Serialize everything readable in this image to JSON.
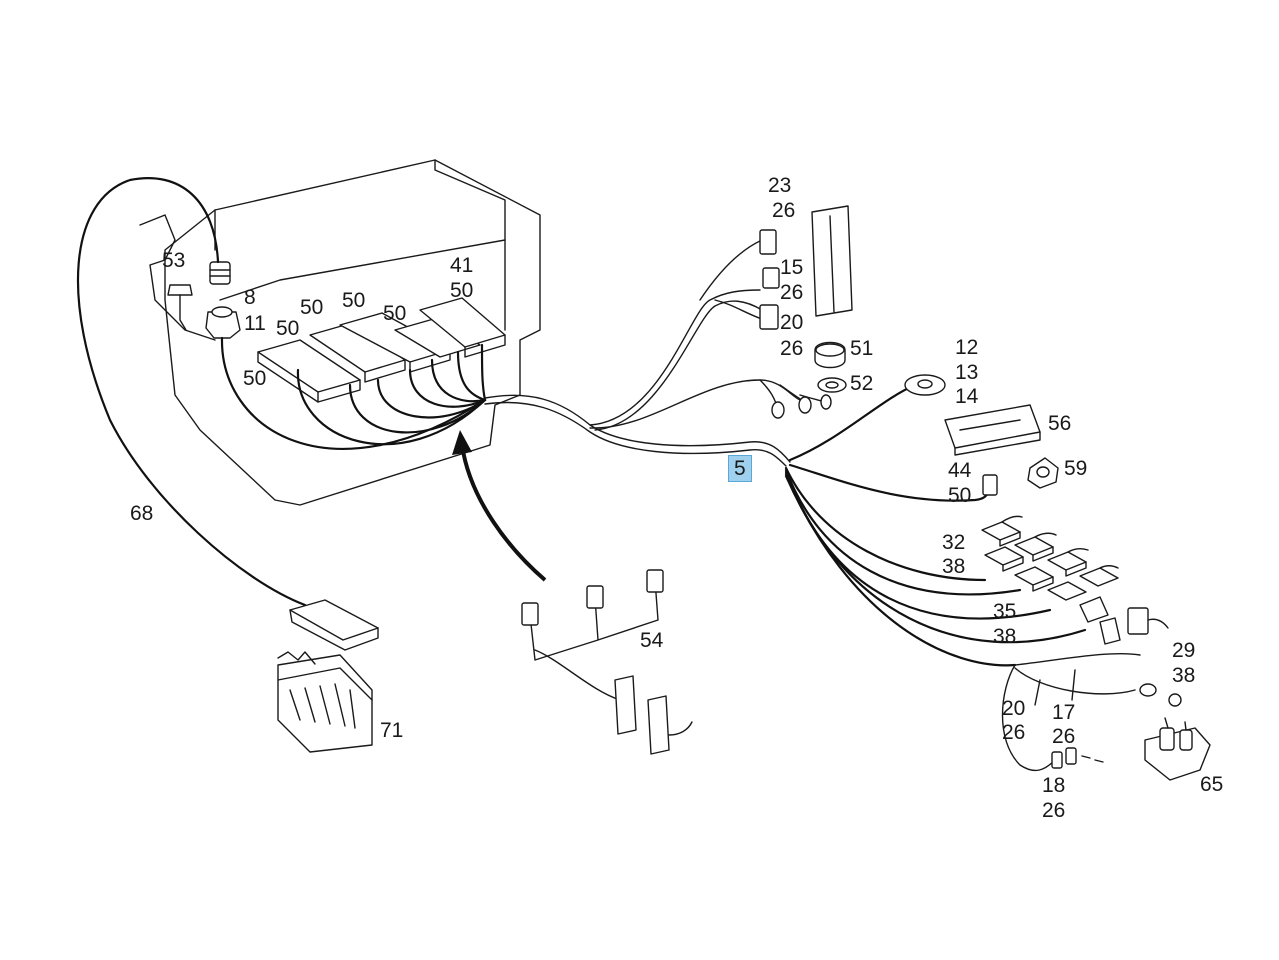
{
  "diagram": {
    "callouts": [
      {
        "id": "c53",
        "text": "53"
      },
      {
        "id": "c8",
        "text": "8"
      },
      {
        "id": "c11",
        "text": "11"
      },
      {
        "id": "c50a",
        "text": "50"
      },
      {
        "id": "c50b",
        "text": "50"
      },
      {
        "id": "c50c",
        "text": "50"
      },
      {
        "id": "c50d",
        "text": "50"
      },
      {
        "id": "c41",
        "text": "41"
      },
      {
        "id": "c50e",
        "text": "50"
      },
      {
        "id": "c50f",
        "text": "50"
      },
      {
        "id": "c68",
        "text": "68"
      },
      {
        "id": "c71",
        "text": "71"
      },
      {
        "id": "c54",
        "text": "54"
      },
      {
        "id": "c23",
        "text": "23"
      },
      {
        "id": "c26a",
        "text": "26"
      },
      {
        "id": "c15",
        "text": "15"
      },
      {
        "id": "c26b",
        "text": "26"
      },
      {
        "id": "c20a",
        "text": "20"
      },
      {
        "id": "c26c",
        "text": "26"
      },
      {
        "id": "c51",
        "text": "51"
      },
      {
        "id": "c52",
        "text": "52"
      },
      {
        "id": "c12",
        "text": "12"
      },
      {
        "id": "c13",
        "text": "13"
      },
      {
        "id": "c14",
        "text": "14"
      },
      {
        "id": "c56",
        "text": "56"
      },
      {
        "id": "c5",
        "text": "5",
        "highlighted": true
      },
      {
        "id": "c44",
        "text": "44"
      },
      {
        "id": "c59",
        "text": "59"
      },
      {
        "id": "c50g",
        "text": "50"
      },
      {
        "id": "c32",
        "text": "32"
      },
      {
        "id": "c38a",
        "text": "38"
      },
      {
        "id": "c35",
        "text": "35"
      },
      {
        "id": "c38b",
        "text": "38"
      },
      {
        "id": "c29",
        "text": "29"
      },
      {
        "id": "c38c",
        "text": "38"
      },
      {
        "id": "c20b",
        "text": "20"
      },
      {
        "id": "c26d",
        "text": "26"
      },
      {
        "id": "c17",
        "text": "17"
      },
      {
        "id": "c26e",
        "text": "26"
      },
      {
        "id": "c18",
        "text": "18"
      },
      {
        "id": "c26f",
        "text": "26"
      },
      {
        "id": "c65",
        "text": "65"
      }
    ],
    "highlight_color": "#9fd0ee"
  }
}
